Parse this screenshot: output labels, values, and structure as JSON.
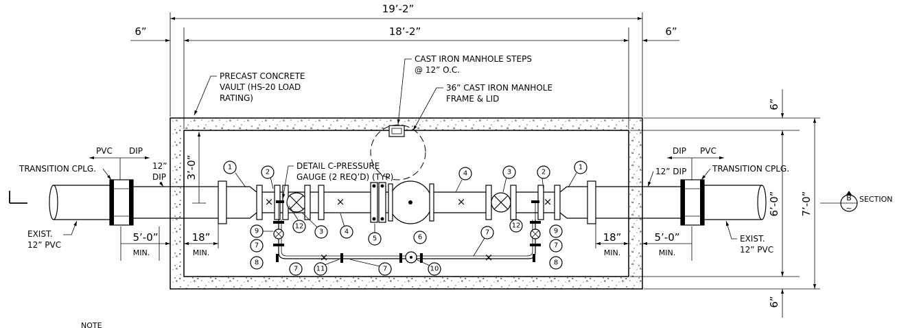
{
  "dimensions": {
    "overall": "19’-2”",
    "inner": "18’-2”",
    "wall_left": "6”",
    "wall_right": "6”",
    "top_slab": "6”",
    "bottom_slab": "6”",
    "inside_height": "6’-0”",
    "outside_height": "7’-0”",
    "depth_to_pipe": "3’-0”",
    "left_clear": "18”",
    "right_clear": "18”",
    "left_min_label": "MIN.",
    "right_min_label": "MIN.",
    "left_transition_dist": "5’-0”",
    "right_transition_dist": "5’-0”",
    "left_transition_min": "MIN.",
    "right_transition_min": "MIN."
  },
  "callouts": {
    "vault": [
      "PRECAST CONCRETE",
      "VAULT (HS-20 LOAD",
      "RATING)"
    ],
    "steps": [
      "CAST IRON MANHOLE STEPS",
      "@ 12” O.C."
    ],
    "lid": [
      "36” CAST IRON MANHOLE",
      "FRAME & LID"
    ],
    "gauge": [
      "DETAIL C-PRESSURE",
      "GAUGE (2 REQ’D) (TYP)"
    ],
    "left_cplg": "TRANSITION CPLG.",
    "right_cplg": "TRANSITION CPLG.",
    "left_pvc": "PVC",
    "left_dip": "DIP",
    "right_dip": "DIP",
    "right_pvc": "PVC",
    "left_pipe_size": [
      "12”",
      "DIP"
    ],
    "right_pipe_size": "12” DIP",
    "left_exist": [
      "EXIST.",
      "12” PVC"
    ],
    "right_exist": [
      "EXIST.",
      "12” PVC"
    ],
    "section_label": "SECTION",
    "section_letter": "B",
    "section_sheet": "~",
    "note": "NOTE"
  },
  "items": [
    "1",
    "2",
    "3",
    "4",
    "5",
    "6",
    "7",
    "8",
    "9",
    "10",
    "11",
    "12"
  ]
}
